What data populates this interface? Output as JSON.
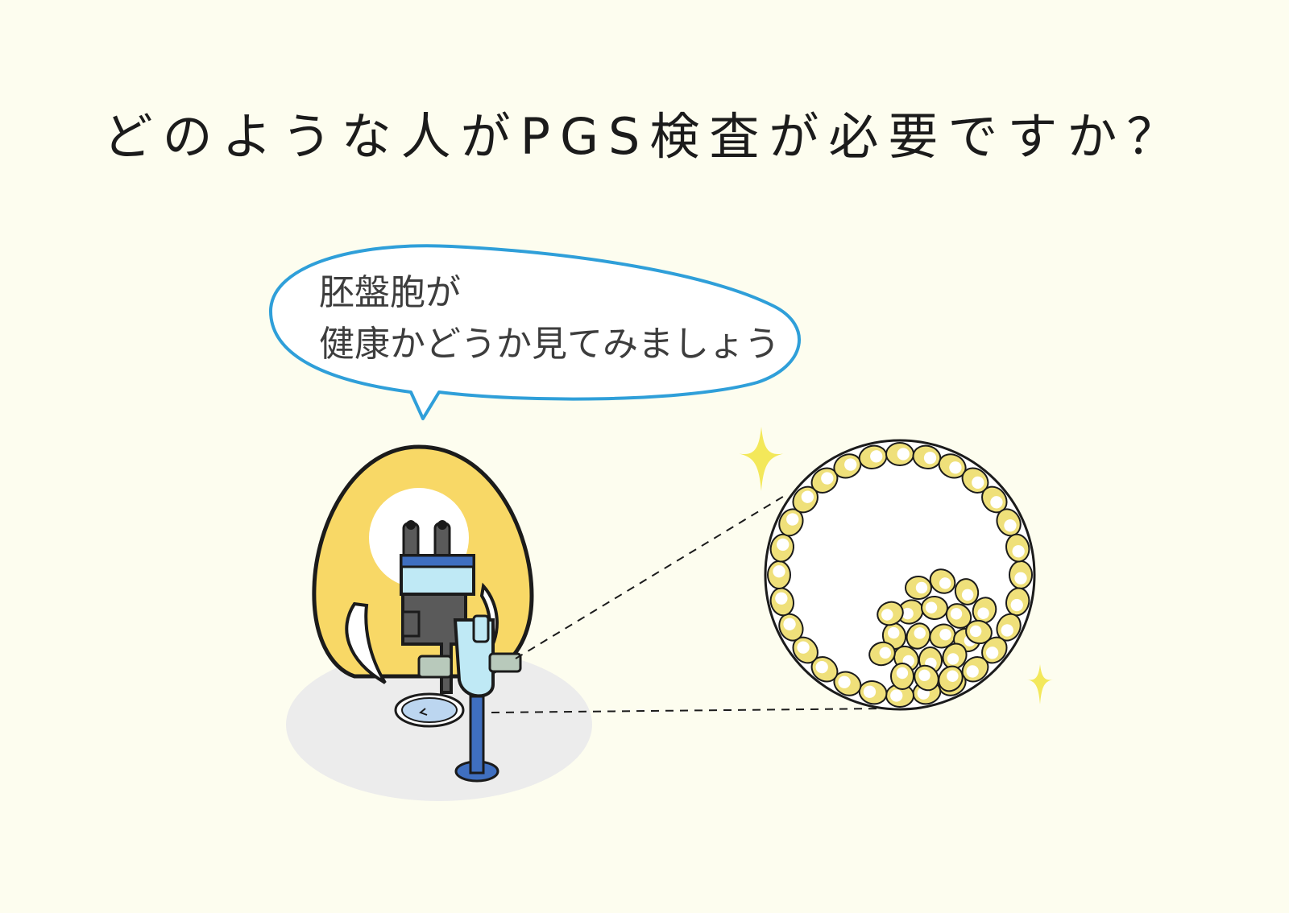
{
  "title": "どのような人がPGS検査が必要ですか？",
  "speech_bubble": {
    "line1": "胚盤胞が",
    "line2": "健康かどうか見てみましょう"
  },
  "colors": {
    "background": "#fdfdef",
    "character_yellow": "#f8d866",
    "bubble_outline": "#2f9fd9",
    "cell_yellow": "#efe07a",
    "sparkle": "#f3e85a",
    "microscope_blue": "#3f6fc0",
    "microscope_light": "#bfe9f5",
    "microscope_dark": "#5a5a5a"
  },
  "icons": {
    "character": "egg-character-icon",
    "microscope": "microscope-icon",
    "blastocyst": "blastocyst-icon",
    "sparkle": "sparkle-icon"
  }
}
